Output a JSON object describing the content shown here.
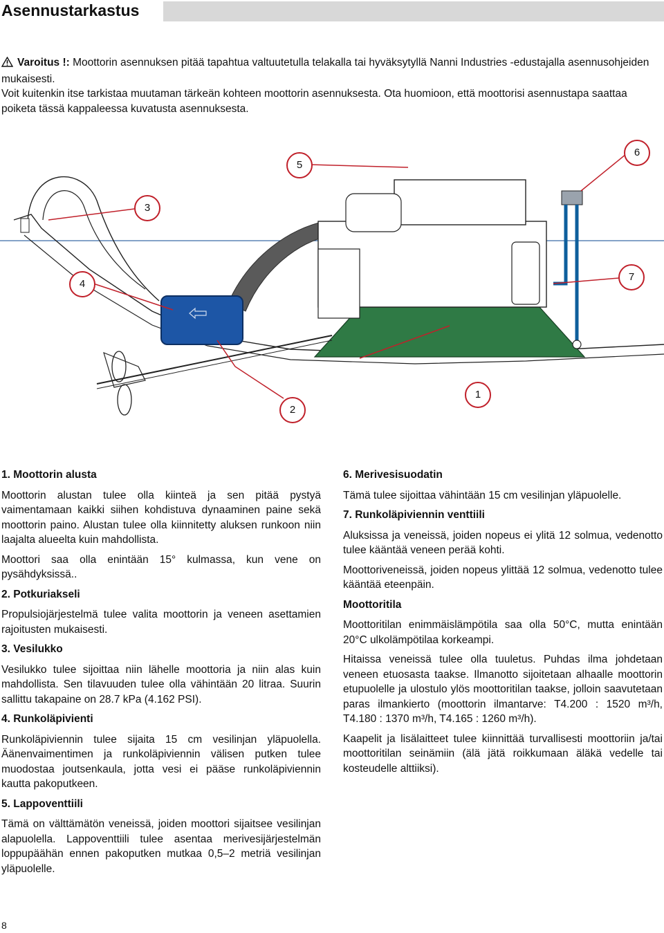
{
  "header": {
    "title": "Asennustarkastus"
  },
  "intro": {
    "warning_label": "Varoitus !:",
    "warning_text": " Moottorin asennuksen pitää tapahtua valtuutetulla telakalla tai hyväksytyllä Nanni Industries -edustajalla asennusohjeiden mukaisesti.",
    "text": "Voit kuitenkin itse tarkistaa muutaman tärkeän kohteen moottorin asennuksesta. Ota huomioon, että moottorisi asennustapa saattaa poiketa tässä kappaleessa kuvatusta asennuksesta."
  },
  "diagram": {
    "callouts": [
      "1",
      "2",
      "3",
      "4",
      "5",
      "6",
      "7"
    ],
    "colors": {
      "callout_line": "#c0202a",
      "water_line": "#3b6aa6",
      "mount": "#2f7a45",
      "silencer": "#1d56a6",
      "hose": "#5a5a5a",
      "pipe": "#0e5f9c"
    }
  },
  "left_column": {
    "s1_title": "1. Moottorin alusta",
    "s1_p1": "Moottorin alustan tulee olla kiinteä ja sen pitää pystyä vaimentamaan kaikki siihen kohdistuva dynaaminen paine sekä moottorin paino. Alustan tulee olla kiinnitetty aluksen runkoon niin laajalta alueelta kuin mahdollista.",
    "s1_p2": "Moottori saa olla enintään 15° kulmassa, kun vene on pysähdyksissä..",
    "s2_title": "2. Potkuriakseli",
    "s2_p1": "Propulsiojärjestelmä tulee valita moottorin ja veneen asettamien rajoitusten mukaisesti.",
    "s3_title": "3. Vesilukko",
    "s3_p1": "Vesilukko tulee sijoittaa niin lähelle moottoria ja niin alas kuin mahdollista. Sen tilavuuden tulee olla vähintään 20 litraa. Suurin sallittu takapaine on 28.7 kPa (4.162 PSI).",
    "s4_title": "4. Runkoläpivienti",
    "s4_p1": "Runkoläpiviennin tulee sijaita 15 cm vesilinjan yläpuolella. Äänenvaimentimen ja runkoläpiviennin välisen putken tulee muodostaa joutsenkaula, jotta vesi ei pääse runkoläpiviennin kautta pakoputkeen.",
    "s5_title": "5. Lappoventtiili",
    "s5_p1": "Tämä on välttämätön veneissä, joiden moottori sijaitsee vesilinjan alapuolella. Lappoventtiili tulee asentaa merivesijärjestelmän loppupäähän ennen pakoputken mutkaa 0,5–2 metriä vesilinjan yläpuolelle."
  },
  "right_column": {
    "s6_title": "6. Merivesisuodatin",
    "s6_p1": "Tämä tulee sijoittaa vähintään 15 cm vesilinjan yläpuolelle.",
    "s7_title": "7. Runkoläpiviennin venttiili",
    "s7_p1": "Aluksissa ja veneissä, joiden nopeus ei ylitä 12 solmua, vedenotto tulee kääntää veneen perää kohti.",
    "s7_p2": "Moottoriveneissä, joiden nopeus ylittää 12 solmua, vedenotto tulee kääntää eteenpäin.",
    "s8_title": "Moottoritila",
    "s8_p1": "Moottoritilan enimmäislämpötila saa olla 50°C, mutta enintään 20°C ulkolämpötilaa korkeampi.",
    "s8_p2": "Hitaissa veneissä tulee olla tuuletus. Puhdas ilma johdetaan veneen etuosasta taakse. Ilmanotto sijoitetaan alhaalle moottorin etupuolelle ja ulostulo ylös moottoritilan taakse, jolloin saavutetaan paras ilmankierto (moottorin ilmantarve: T4.200 : 1520 m³/h, T4.180 : 1370 m³/h, T4.165 : 1260 m³/h).",
    "s8_p3": "Kaapelit ja lisälaitteet tulee kiinnittää turvallisesti moottoriin ja/tai moottoritilan seinämiin (älä jätä roikkumaan äläkä vedelle tai kosteudelle alttiiksi)."
  },
  "footer": {
    "page_number": "8"
  }
}
